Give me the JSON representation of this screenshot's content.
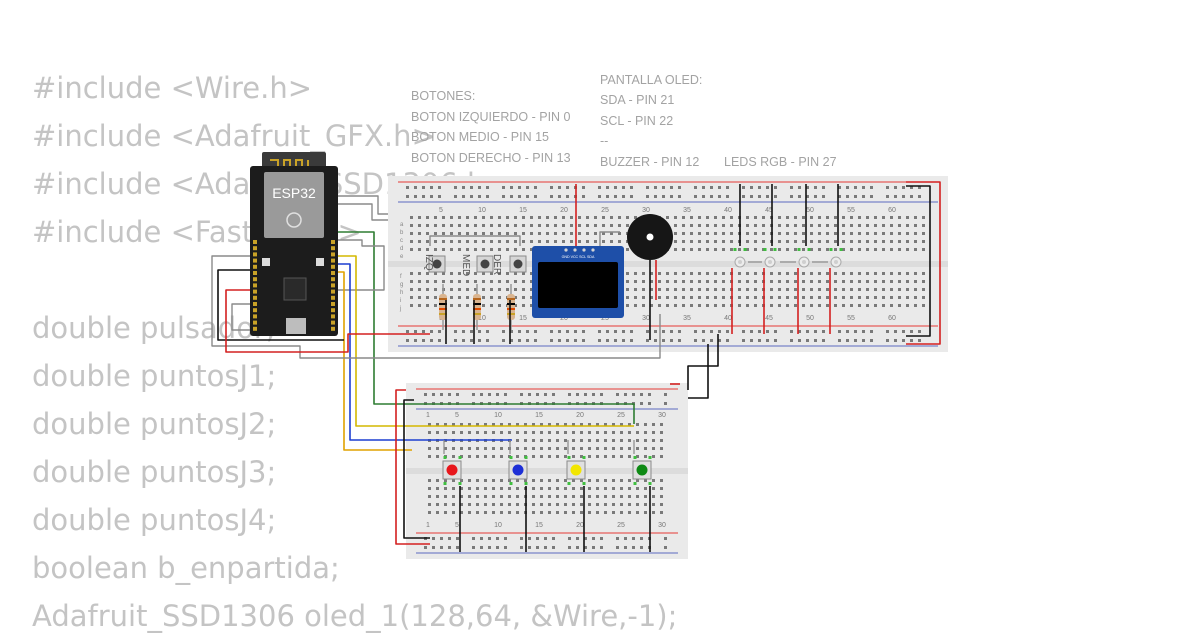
{
  "code_lines": [
    "#include <Wire.h>",
    "#include <Adafruit_GFX.h>",
    "#include <Adafruit_SSD1306.h>",
    "#include <FastLED.h>",
    "",
    "double pulsador;",
    "double puntosJ1;",
    "double puntosJ2;",
    "double puntosJ3;",
    "double puntosJ4;",
    "boolean b_enpartida;",
    "Adafruit_SSD1306 oled_1(128,64, &Wire,-1);"
  ],
  "notes": {
    "buttons_title": "BOTONES:",
    "button_left": "BOTON IZQUIERDO - PIN 0",
    "button_middle": "BOTON MEDIO - PIN 15",
    "button_right": "BOTON DERECHO - PIN 13",
    "oled_title": "PANTALLA OLED:",
    "oled_sda": "SDA - PIN 21",
    "oled_scl": "SCL - PIN 22",
    "oled_dash": "--",
    "buzzer": "BUZZER - PIN 12",
    "leds": "LEDS RGB - PIN 27"
  },
  "esp32": {
    "label": "ESP32"
  },
  "button_labels": [
    "IZQ",
    "MED",
    "DER"
  ],
  "oled_pins": "GND VCC SCL SDA",
  "top_board_numbers": [
    "5",
    "10",
    "15",
    "20",
    "25",
    "30",
    "35",
    "40",
    "45",
    "50",
    "55",
    "60"
  ],
  "top_board_rows": [
    "a",
    "b",
    "c",
    "d",
    "e",
    "f",
    "g",
    "h",
    "i",
    "j"
  ],
  "bottom_board_numbers": [
    "1",
    "5",
    "10",
    "15",
    "20",
    "25",
    "30"
  ],
  "player_buttons": [
    {
      "name": "player-1",
      "color": "#e8161b"
    },
    {
      "name": "player-2",
      "color": "#1d2fd6"
    },
    {
      "name": "player-3",
      "color": "#f2e600"
    },
    {
      "name": "player-4",
      "color": "#0e8a14"
    }
  ],
  "colors": {
    "code_text": "#c4c4c4",
    "note_text": "#a3a3a3",
    "board": "#eaeaea",
    "rail_red": "#e53935",
    "rail_blue": "#5c6bc0",
    "esp32_board": "#1c1c1c"
  }
}
